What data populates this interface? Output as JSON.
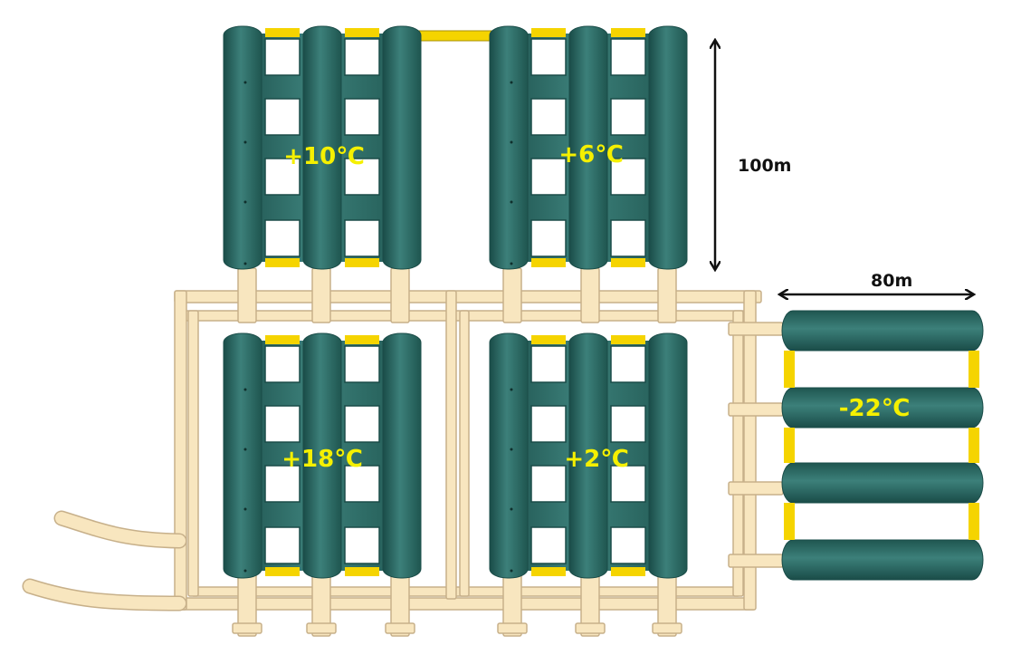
{
  "colors": {
    "tunnel": "#2d6e68",
    "tunnel_dark": "#1a4c48",
    "tunnel_light": "#58958f",
    "pipe": "#f8e6bf",
    "pipe_outline": "#c7b08a",
    "connector": "#f5d400",
    "temperature_label": "#f5f000",
    "dimension": "#111111"
  },
  "caverns": [
    {
      "id": "top-left",
      "temperature": "+10℃"
    },
    {
      "id": "top-right",
      "temperature": "+6℃"
    },
    {
      "id": "bottom-left",
      "temperature": "+18℃"
    },
    {
      "id": "bottom-right",
      "temperature": "+2℃"
    },
    {
      "id": "right",
      "temperature": "-22℃"
    }
  ],
  "dimensions": {
    "height": "100m",
    "width": "80m"
  }
}
